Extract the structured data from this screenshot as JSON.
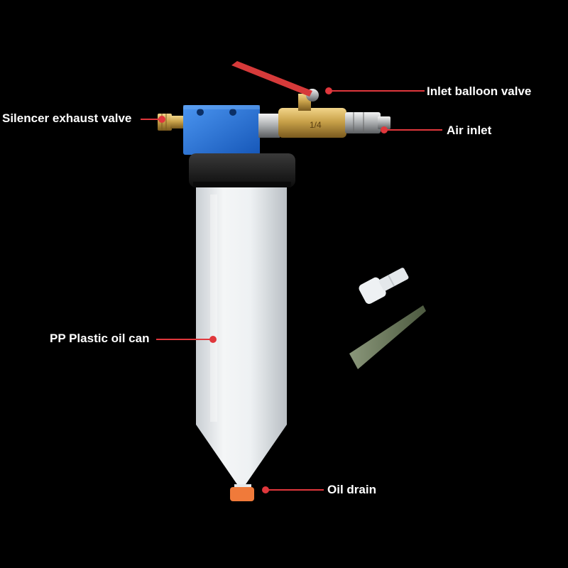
{
  "labels": {
    "inlet_valve": "Inlet balloon valve",
    "exhaust_valve": "Silencer exhaust valve",
    "air_inlet": "Air inlet",
    "oil_can": "PP Plastic oil can",
    "oil_drain": "Oil drain"
  },
  "valve_marking": "1/4",
  "colors": {
    "background": "#000000",
    "callout": "#e0373c",
    "label_text": "#ffffff",
    "manifold_block": "#1f6fd6",
    "brass": "#c9a24a",
    "handle": "#d63a3a",
    "lid": "#161616",
    "canister": "#e6e9ec",
    "drain_cap": "#f07a3a",
    "nozzle_tip": "#6b7a5a"
  }
}
